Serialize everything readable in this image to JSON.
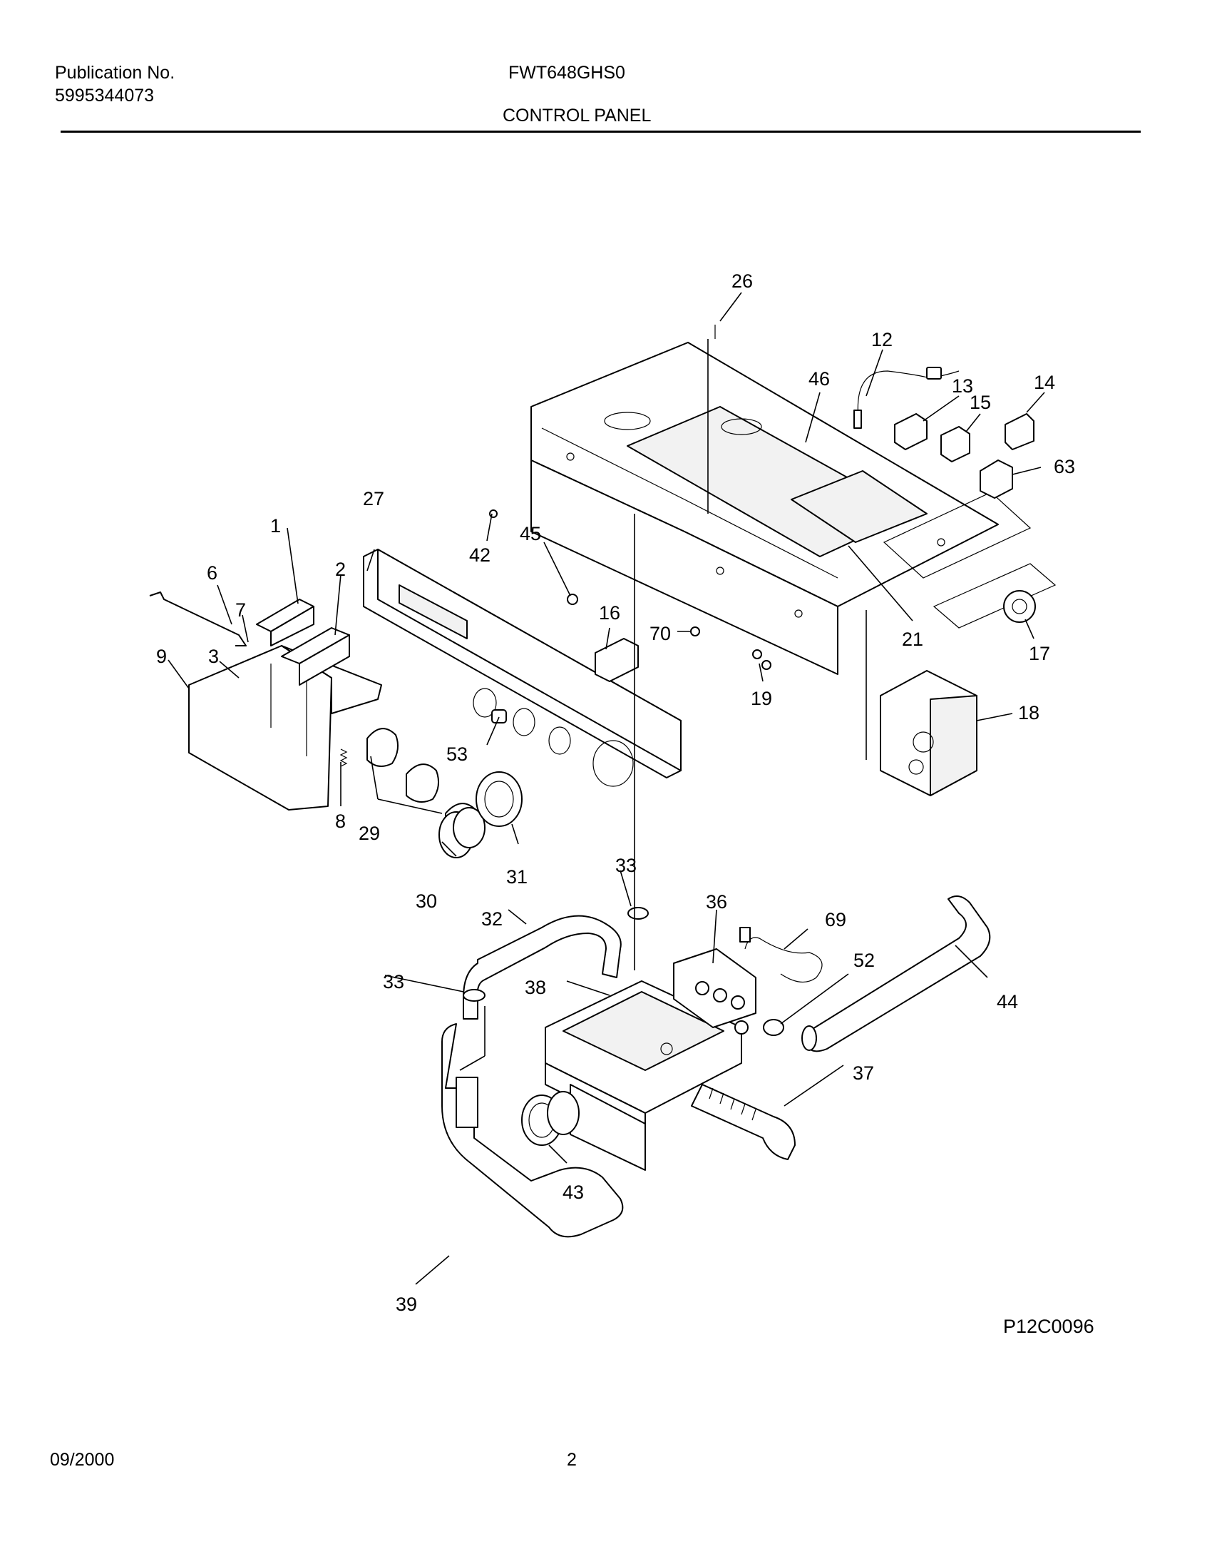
{
  "header": {
    "publication_label": "Publication No.",
    "publication_number": "5995344073",
    "model": "FWT648GHS0",
    "section_title": "CONTROL PANEL"
  },
  "diagram": {
    "callouts": [
      "1",
      "2",
      "3",
      "6",
      "7",
      "8",
      "9",
      "12",
      "13",
      "14",
      "15",
      "16",
      "17",
      "18",
      "19",
      "21",
      "26",
      "27",
      "29",
      "30",
      "31",
      "32",
      "33",
      "33",
      "36",
      "37",
      "38",
      "39",
      "42",
      "43",
      "44",
      "45",
      "46",
      "52",
      "53",
      "63",
      "69",
      "70"
    ],
    "reference_code": "P12C0096"
  },
  "footer": {
    "date": "09/2000",
    "page": "2"
  }
}
